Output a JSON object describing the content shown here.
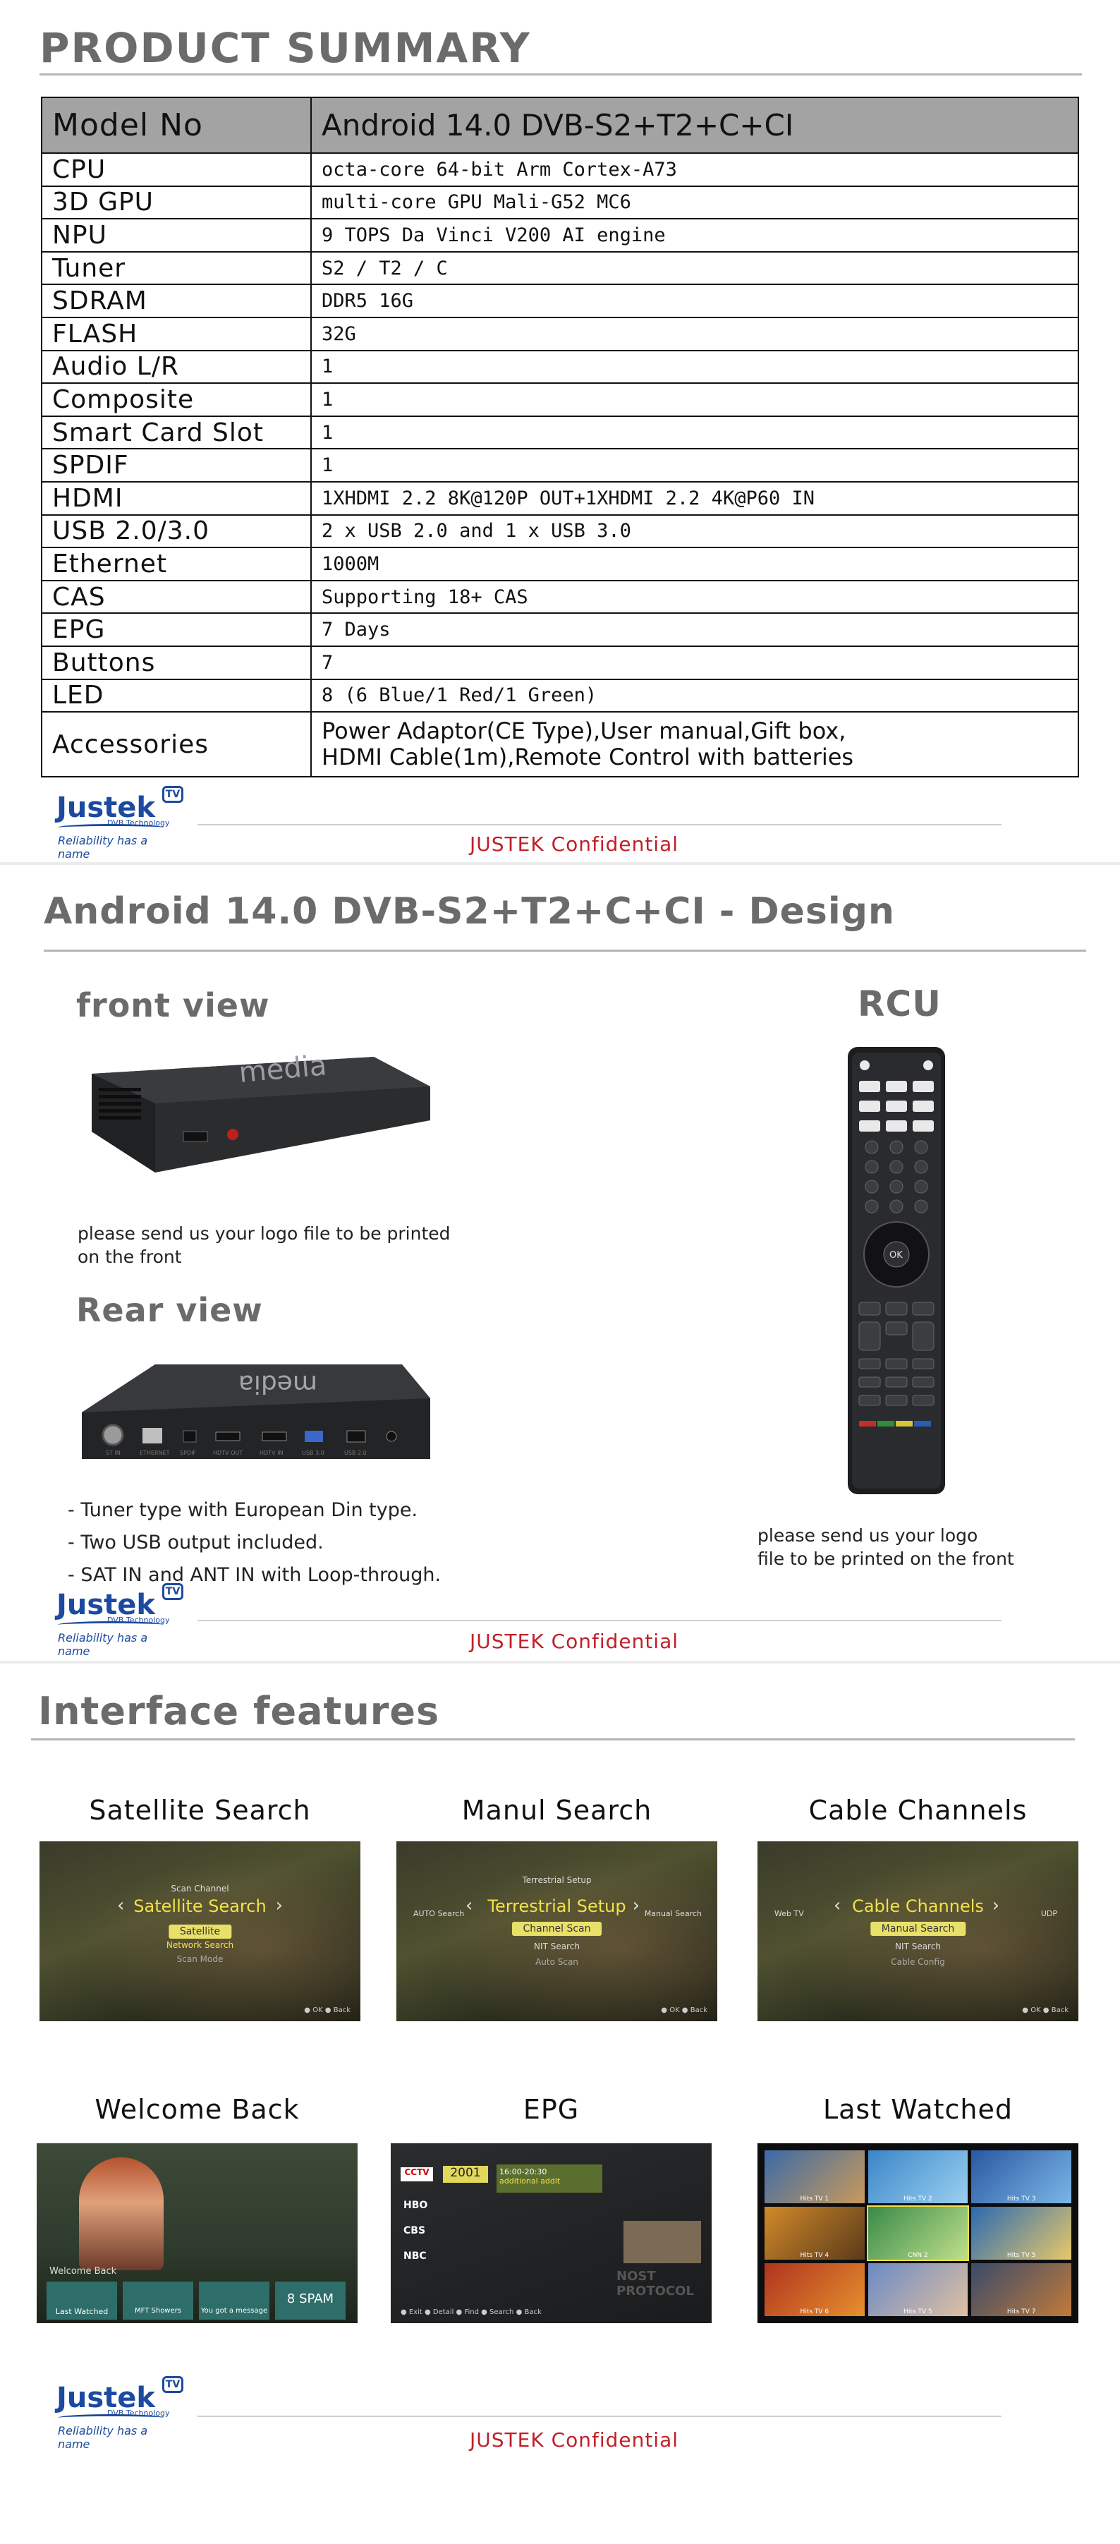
{
  "summary": {
    "title": "PRODUCT  SUMMARY",
    "table": {
      "model_label": "Model No",
      "model_value": "Android 14.0 DVB-S2+T2+C+CI",
      "rows": [
        {
          "k": "CPU",
          "v": "octa-core 64-bit Arm Cortex-A73"
        },
        {
          "k": "3D GPU",
          "v": "multi-core GPU Mali-G52 MC6"
        },
        {
          "k": "NPU",
          "v": "9 TOPS Da Vinci V200 AI engine"
        },
        {
          "k": "Tuner",
          "v": "S2 / T2 / C"
        },
        {
          "k": "SDRAM",
          "v": "DDR5  16G"
        },
        {
          "k": "FLASH",
          "v": "32G"
        },
        {
          "k": "Audio L/R",
          "v": "1"
        },
        {
          "k": "Composite",
          "v": "1"
        },
        {
          "k": "Smart Card Slot",
          "v": "1"
        },
        {
          "k": "SPDIF",
          "v": "1"
        },
        {
          "k": "HDMI",
          "v": "1XHDMI 2.2 8K@120P OUT+1XHDMI 2.2 4K@P60 IN"
        },
        {
          "k": "USB 2.0/3.0",
          "v": "2 x USB 2.0 and 1 x USB 3.0"
        },
        {
          "k": "Ethernet",
          "v": "1000M"
        },
        {
          "k": "CAS",
          "v": "Supporting 18+ CAS"
        },
        {
          "k": "EPG",
          "v": "7 Days"
        },
        {
          "k": "Buttons",
          "v": "7"
        },
        {
          "k": "LED",
          "v": "8 (6 Blue/1 Red/1 Green)"
        }
      ],
      "accessories_label": "Accessories",
      "accessories_line1": "Power Adaptor(CE Type),User manual,Gift box,",
      "accessories_line2": "HDMI Cable(1m),Remote Control with batteries"
    }
  },
  "branding": {
    "logo_text": "Justek",
    "logo_tv": "TV",
    "logo_sub": "DVB Technology",
    "tagline": "Reliability has a name",
    "confidential": "JUSTEK Confidential"
  },
  "design": {
    "title": "Android 14.0 DVB-S2+T2+C+CI - Design",
    "front_view": "front view",
    "front_note_1": "please send us your logo file to be printed",
    "front_note_2": "on the front",
    "rear_view": "Rear view",
    "rear_notes": [
      "- Tuner type with European Din type.",
      "- Two USB output included.",
      "- SAT IN and ANT IN with Loop-through."
    ],
    "rcu": "RCU",
    "rcu_note_1": "please send us your logo",
    "rcu_note_2": "file to be printed on the front",
    "device_brand": "media"
  },
  "interface": {
    "title": "Interface features",
    "captions": [
      "Satellite Search",
      "Manul Search",
      "Cable Channels",
      "Welcome Back",
      "EPG",
      "Last Watched"
    ],
    "sat": {
      "top": "Scan Channel",
      "main": "Satellite Search",
      "pill": "Satellite",
      "sub": "Network Search",
      "more": "Scan Mode"
    },
    "man": {
      "top": "Terrestrial Setup",
      "main": "Terrestrial Setup",
      "pill": "Channel Scan",
      "sub": "NIT Search",
      "more": "Auto Scan",
      "left": "AUTO Search",
      "right": "Manual Search"
    },
    "cab": {
      "main": "Cable Channels",
      "pill": "Manual Search",
      "sub": "NIT Search",
      "more": "Cable Config",
      "left": "Web TV",
      "right": "UDP"
    },
    "welcome": {
      "label": "Welcome Back",
      "tiles": [
        "Last Watched",
        "MFT Showers",
        "You got a message",
        "8 SPAM"
      ]
    },
    "epg": {
      "logo1": "CCTV",
      "year": "2001",
      "channels": [
        "HBO",
        "CBS",
        "NBC"
      ],
      "event": "additional addit",
      "time": "16:00-20:30",
      "tag": "NOST PROTOCOL"
    },
    "last": {
      "tiles": [
        "Hits TV 1",
        "Hits TV 2",
        "Hits TV 3",
        "Hits TV 4",
        "CNN 2",
        "Hits TV 5",
        "Hits TV 6",
        "Hits TV 5",
        "Hits TV 7"
      ]
    }
  },
  "colors": {
    "accent_red": "#c0202a",
    "brand_blue": "#1c4aa0",
    "heading_gray": "#6b6b6b",
    "table_header": "#a3a3a3"
  }
}
